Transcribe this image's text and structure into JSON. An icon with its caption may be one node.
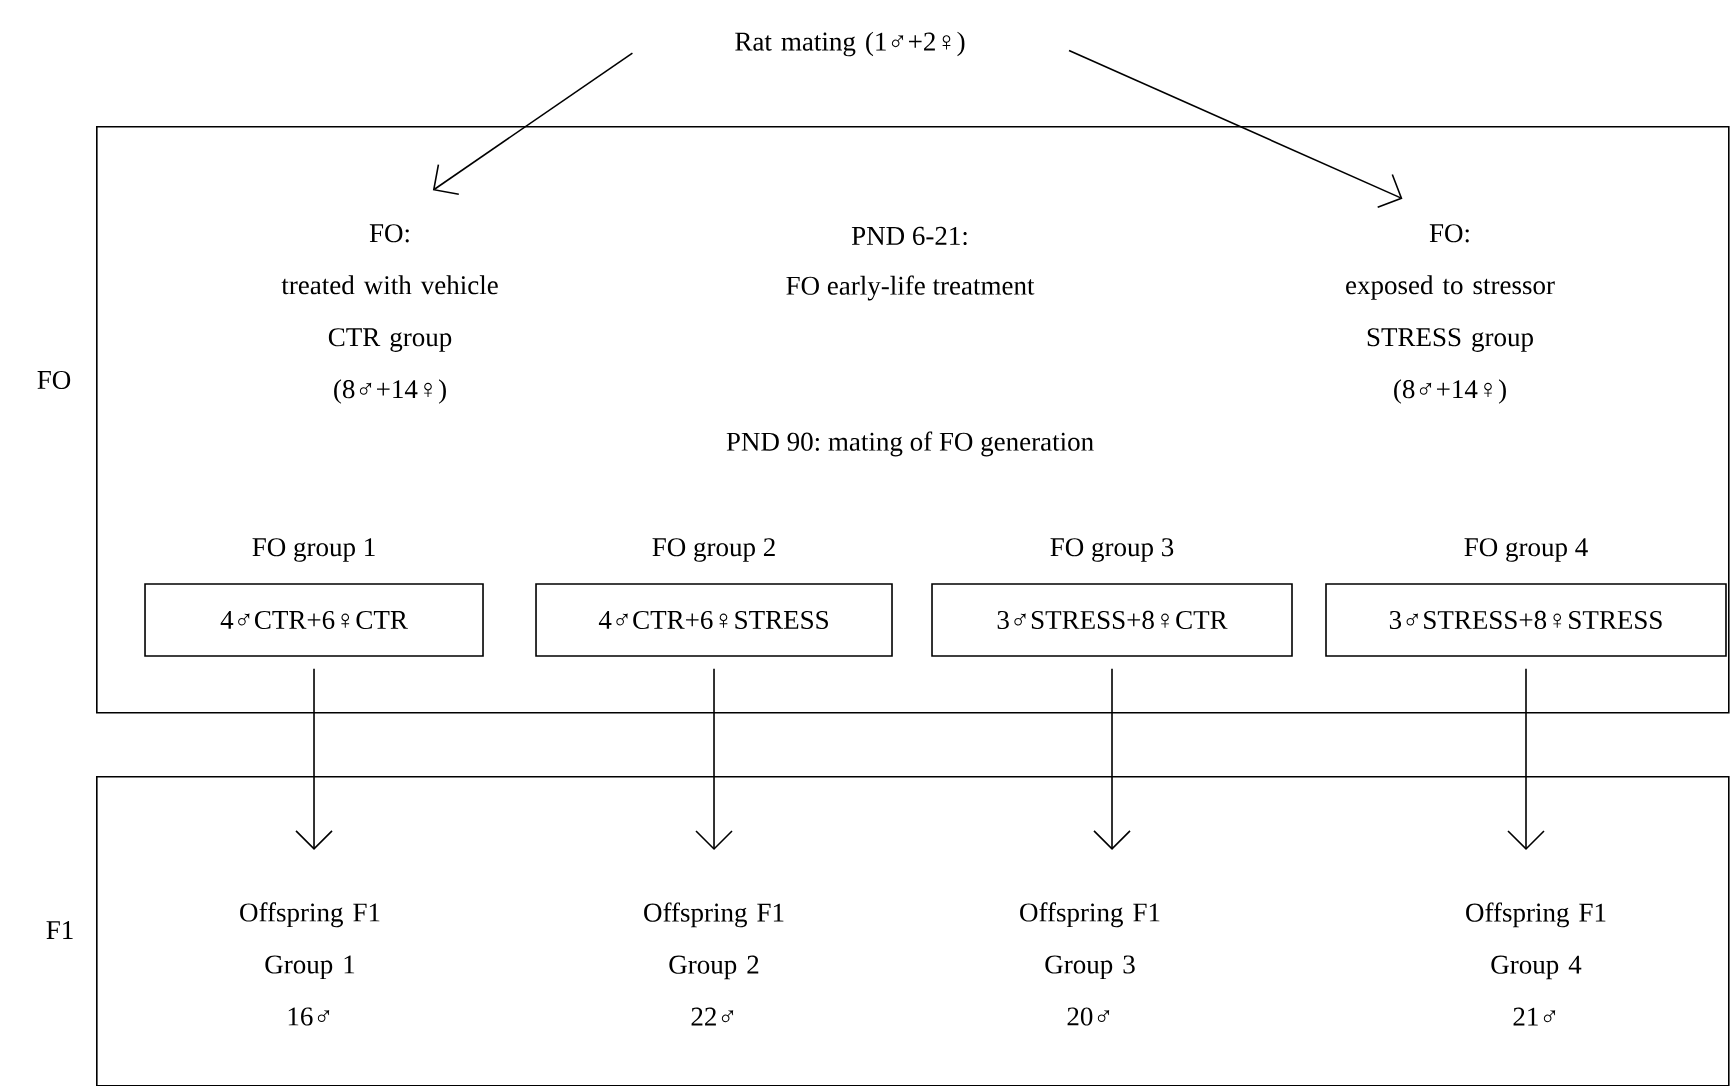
{
  "diagram": {
    "nodes": [
      {
        "text": [
          "FO"
        ]
      },
      {
        "text": [
          "F1"
        ]
      },
      {
        "text": [
          "Rat mating (1♂+2♀)"
        ]
      },
      {
        "text": [
          "FO:",
          "treated with vehicle CTR group",
          "(8♂+14♀)"
        ],
        "in": 0
      },
      {
        "text": [
          "FO:",
          "exposed to stressor STRESS group",
          "(8♂+14♀)"
        ],
        "in": 0
      },
      {
        "text": [
          "FO group 1",
          "4♂CTR+6♀CTR"
        ],
        "in": 0
      },
      {
        "text": [
          "FO group 2",
          "4♂CTR+6♀STRESS"
        ],
        "in": 0
      },
      {
        "text": [
          "FO group 3",
          "3♂STRESS+8♀CTR"
        ],
        "in": 0
      },
      {
        "text": [
          "FO group 4",
          "3♂STRESS+8♀STRESS"
        ],
        "in": 0
      },
      {
        "text": [
          "Offspring F1",
          "Group 1",
          "16♂"
        ],
        "in": 1
      },
      {
        "text": [
          "Offspring F1",
          "Group 2",
          "22♂"
        ],
        "in": 1
      },
      {
        "text": [
          "Offspring F1",
          "Group 3",
          "20♂"
        ],
        "in": 1
      },
      {
        "text": [
          "Offspring F1",
          "Group 4",
          "21♂"
        ],
        "in": 1
      }
    ],
    "edges": [
      {
        "from": 2,
        "to": 3,
        "arrow": "to"
      },
      {
        "from": 2,
        "to": 4,
        "arrow": "to"
      },
      {
        "from": 5,
        "to": 9,
        "arrow": "to"
      },
      {
        "from": 6,
        "to": 10,
        "arrow": "to"
      },
      {
        "from": 7,
        "to": 11,
        "arrow": "to"
      },
      {
        "from": 8,
        "to": 12,
        "arrow": "to"
      }
    ],
    "labels": [
      "PND 6-21:",
      "FO early-life treatment",
      "PND 90: mating of FO generation"
    ]
  }
}
